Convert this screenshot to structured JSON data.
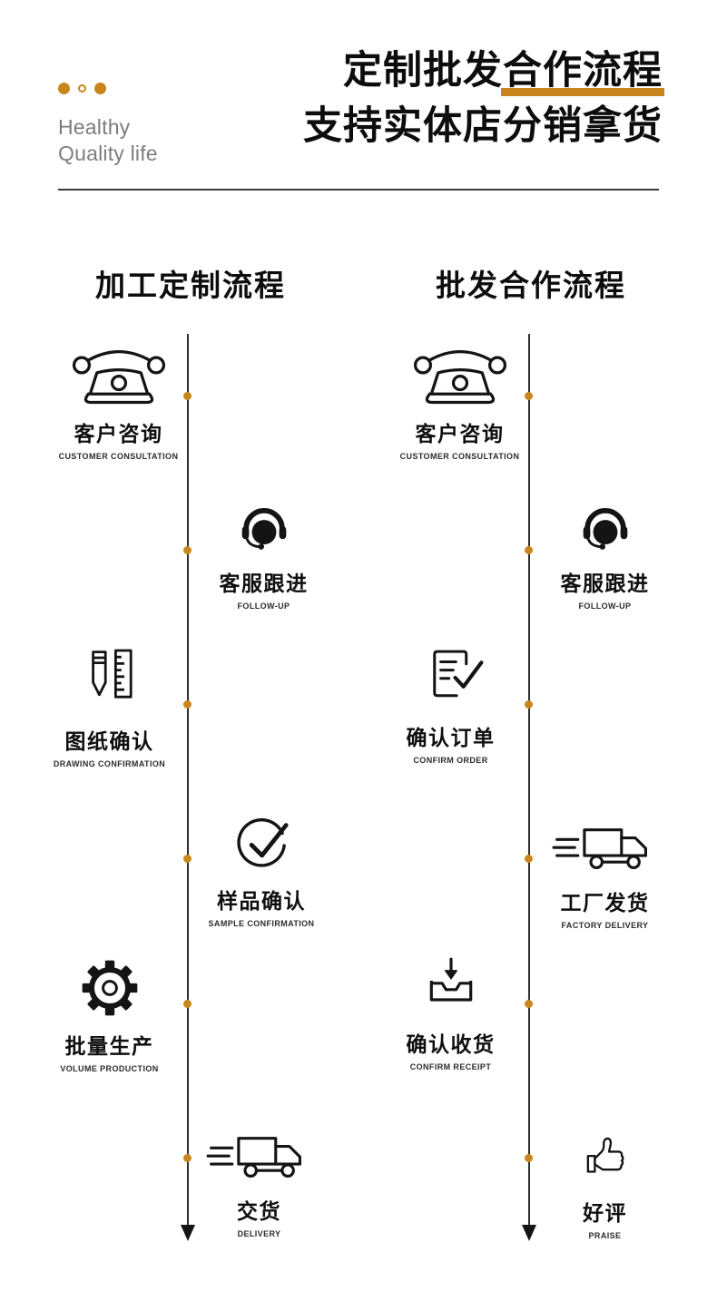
{
  "brand": {
    "tagline": [
      "Healthy",
      "Quality life"
    ]
  },
  "header": {
    "title_line1": "定制批发合作流程",
    "title_line2": "支持实体店分销拿货"
  },
  "left_flow": {
    "title": "加工定制流程",
    "steps": [
      {
        "icon": "rotary-phone-icon",
        "label": "客户咨询",
        "sublabel": "CUSTOMER CONSULTATION"
      },
      {
        "icon": "headset-agent-icon",
        "label": "客服跟进",
        "sublabel": "FOLLOW-UP"
      },
      {
        "icon": "pencil-ruler-icon",
        "label": "图纸确认",
        "sublabel": "DRAWING CONFIRMATION"
      },
      {
        "icon": "check-circle-icon",
        "label": "样品确认",
        "sublabel": "SAMPLE CONFIRMATION"
      },
      {
        "icon": "gear-icon",
        "label": "批量生产",
        "sublabel": "VOLUME PRODUCTION"
      },
      {
        "icon": "truck-icon",
        "label": "交货",
        "sublabel": "DELIVERY"
      }
    ]
  },
  "right_flow": {
    "title": "批发合作流程",
    "steps": [
      {
        "icon": "rotary-phone-icon",
        "label": "客户咨询",
        "sublabel": "CUSTOMER CONSULTATION"
      },
      {
        "icon": "headset-agent-icon",
        "label": "客服跟进",
        "sublabel": "FOLLOW-UP"
      },
      {
        "icon": "order-check-icon",
        "label": "确认订单",
        "sublabel": "CONFIRM ORDER"
      },
      {
        "icon": "truck-icon",
        "label": "工厂发货",
        "sublabel": "FACTORY DELIVERY"
      },
      {
        "icon": "receive-box-icon",
        "label": "确认收货",
        "sublabel": "CONFIRM RECEIPT"
      },
      {
        "icon": "thumbs-up-icon",
        "label": "好评",
        "sublabel": "PRAISE"
      }
    ]
  },
  "colors": {
    "accent": "#C8861D",
    "text": "#141414",
    "gray": "#7d7d7d"
  }
}
